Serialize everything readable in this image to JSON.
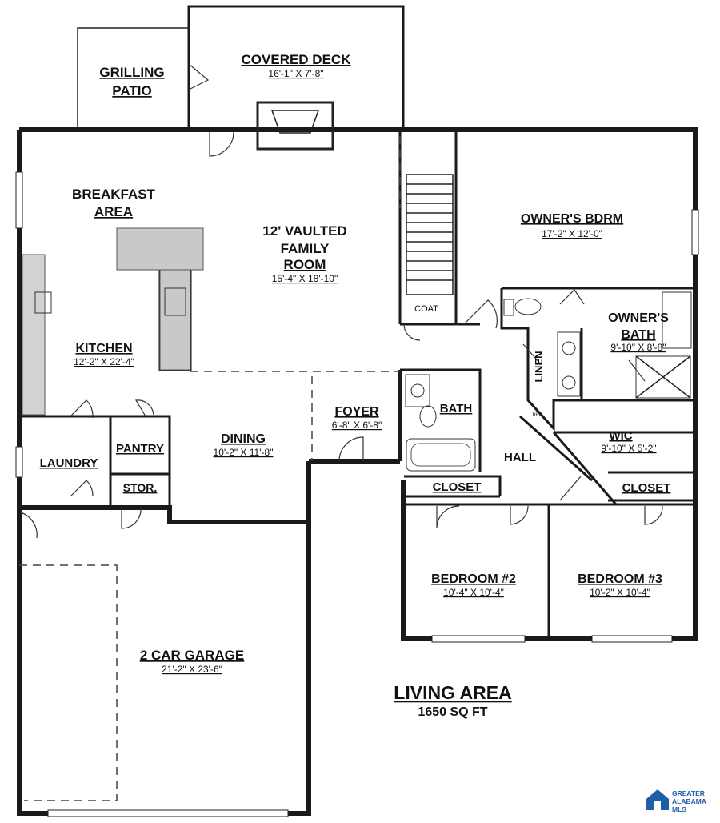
{
  "plan": {
    "rooms": {
      "covered_deck": {
        "name": "COVERED DECK",
        "dims": "16'-1\" X 7'-8\""
      },
      "grilling_patio": {
        "name_line1": "GRILLING",
        "name_line2": "PATIO"
      },
      "breakfast_area": {
        "name_line1": "BREAKFAST",
        "name_line2": "AREA"
      },
      "family_room": {
        "name_line1": "12' VAULTED",
        "name_line2": "FAMILY",
        "name_line3": "ROOM",
        "dims": "15'-4\" X 18'-10\""
      },
      "owners_bdrm": {
        "name": "OWNER'S BDRM",
        "dims": "17'-2\" X 12'-0\""
      },
      "owners_bath": {
        "name_line1": "OWNER'S",
        "name_line2": "BATH",
        "dims": "9'-10\" X 8'-8\""
      },
      "kitchen": {
        "name": "KITCHEN",
        "dims": "12'-2\" X 22'-4\""
      },
      "foyer": {
        "name": "FOYER",
        "dims": "6'-8\" X 6'-8\""
      },
      "dining": {
        "name": "DINING",
        "dims": "10'-2\" X 11'-8\""
      },
      "bath": {
        "name": "BATH"
      },
      "wic": {
        "name": "WIC",
        "dims": "9'-10\" X 5'-2\""
      },
      "hall": {
        "name": "HALL"
      },
      "laundry": {
        "name": "LAUNDRY"
      },
      "pantry": {
        "name": "PANTRY"
      },
      "storage": {
        "name": "STOR."
      },
      "closet_left": {
        "name": "CLOSET"
      },
      "closet_right": {
        "name": "CLOSET"
      },
      "coat": {
        "name": "COAT"
      },
      "linen": {
        "name": "LINEN"
      },
      "ref": {
        "name": "REF."
      },
      "bedroom2": {
        "name": "BEDROOM #2",
        "dims": "10'-4\" X 10'-4\""
      },
      "bedroom3": {
        "name": "BEDROOM #3",
        "dims": "10'-2\" X 10'-4\""
      },
      "garage": {
        "name": "2 CAR GARAGE",
        "dims": "21'-2\" X 23'-6\""
      }
    },
    "living_area": {
      "title": "LIVING AREA",
      "sqft": "1650 SQ FT"
    }
  },
  "watermark": {
    "line1": "GREATER",
    "line2": "ALABAMA",
    "line3": "MLS",
    "color": "#1e5fa8"
  }
}
